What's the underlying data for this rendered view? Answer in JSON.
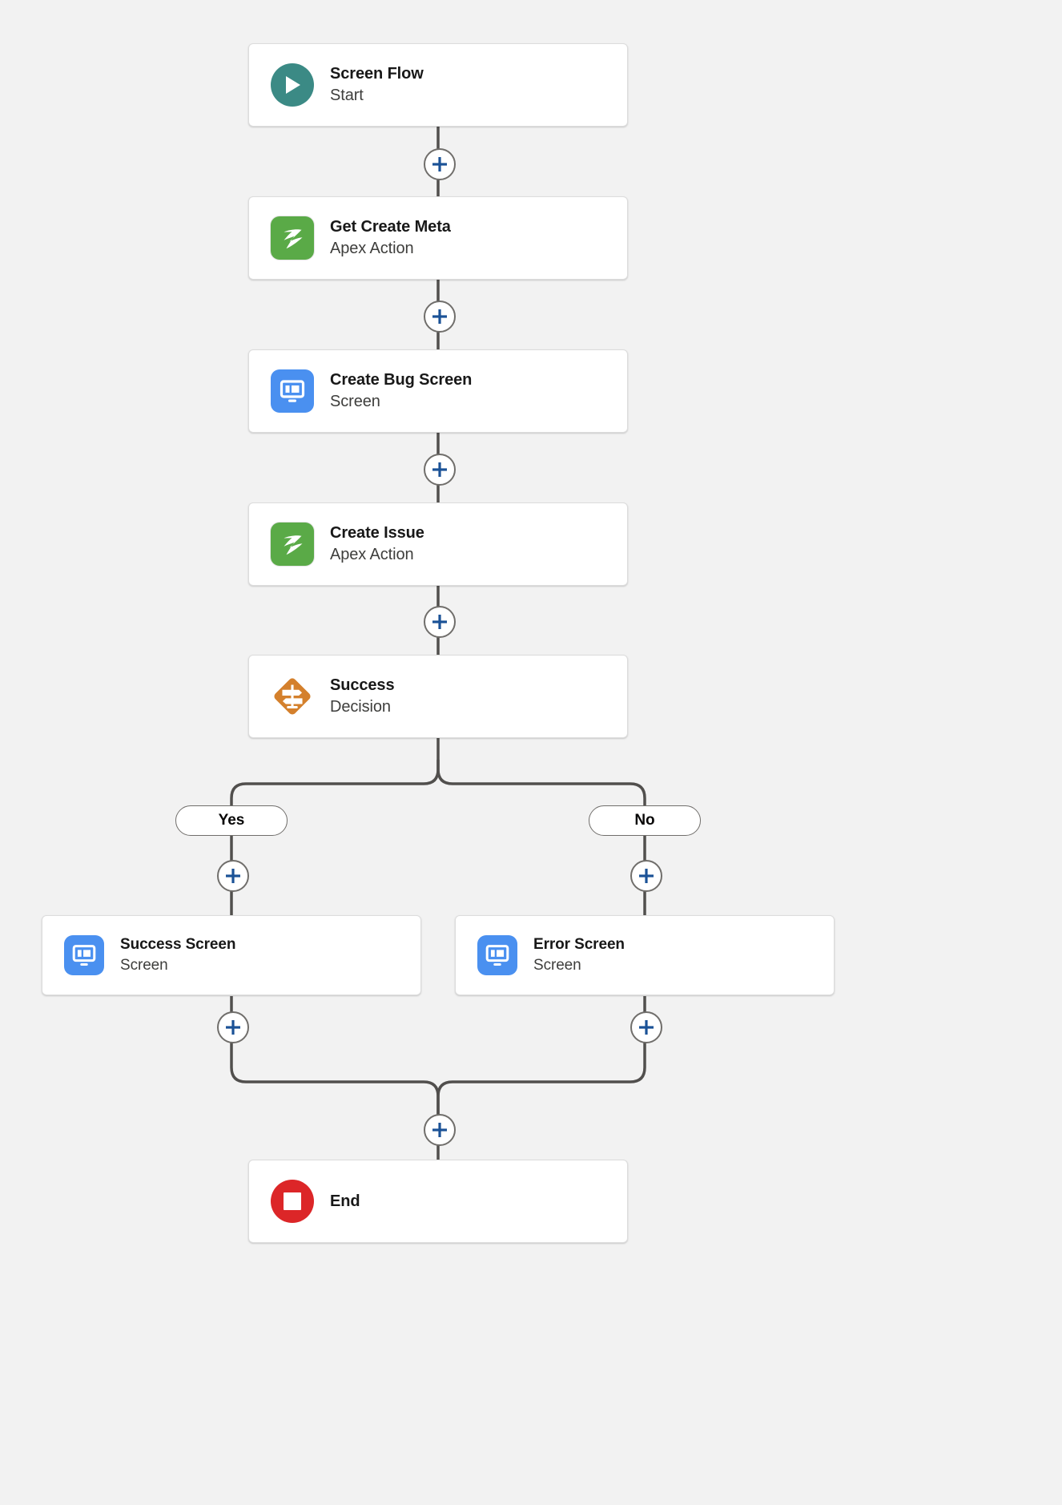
{
  "canvas": {
    "background_color": "#f2f2f2",
    "connector_color": "#514f4d",
    "plus_icon_color": "#1b5297"
  },
  "flow": {
    "nodes": [
      {
        "id": "start",
        "title": "Screen Flow",
        "subtitle": "Start",
        "icon": "play-circle-icon",
        "icon_color": "#3b8a85"
      },
      {
        "id": "get-create-meta",
        "title": "Get Create Meta",
        "subtitle": "Apex Action",
        "icon": "apex-action-icon",
        "icon_color": "#5aaa47"
      },
      {
        "id": "create-bug-screen",
        "title": "Create Bug Screen",
        "subtitle": "Screen",
        "icon": "screen-icon",
        "icon_color": "#4a90f0"
      },
      {
        "id": "create-issue",
        "title": "Create Issue",
        "subtitle": "Apex Action",
        "icon": "apex-action-icon",
        "icon_color": "#5aaa47"
      },
      {
        "id": "success-decision",
        "title": "Success",
        "subtitle": "Decision",
        "icon": "decision-diamond-icon",
        "icon_color": "#d4802c"
      },
      {
        "id": "success-screen",
        "title": "Success Screen",
        "subtitle": "Screen",
        "icon": "screen-icon",
        "icon_color": "#4a90f0"
      },
      {
        "id": "error-screen",
        "title": "Error Screen",
        "subtitle": "Screen",
        "icon": "screen-icon",
        "icon_color": "#4a90f0"
      },
      {
        "id": "end",
        "title": "End",
        "subtitle": "",
        "icon": "stop-circle-icon",
        "icon_color": "#dc2628"
      }
    ],
    "branch_labels": [
      {
        "id": "yes",
        "label": "Yes"
      },
      {
        "id": "no",
        "label": "No"
      }
    ],
    "add_element_buttons": [
      {
        "id": "add-after-start"
      },
      {
        "id": "add-after-get-create-meta"
      },
      {
        "id": "add-after-create-bug-screen"
      },
      {
        "id": "add-after-create-issue"
      },
      {
        "id": "add-on-yes-branch"
      },
      {
        "id": "add-on-no-branch"
      },
      {
        "id": "add-after-success-screen"
      },
      {
        "id": "add-after-error-screen"
      },
      {
        "id": "add-before-end"
      }
    ]
  }
}
